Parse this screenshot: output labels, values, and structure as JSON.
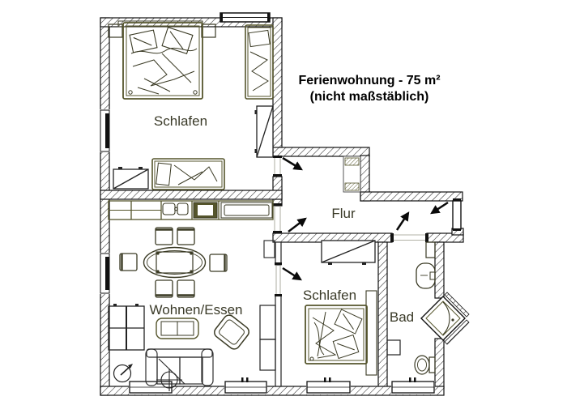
{
  "title": {
    "line1": "Ferienwohnung - 75 m²",
    "line2": "(nicht maßstäblich)"
  },
  "rooms": {
    "bedroom1": {
      "label": "Schlafen"
    },
    "bedroom2": {
      "label": "Schlafen"
    },
    "living": {
      "label": "Wohnen/Essen"
    },
    "hallway": {
      "label": "Flur"
    },
    "bath": {
      "label": "Bad"
    }
  },
  "colors": {
    "background": "#ffffff",
    "walls": "#1a1a1a",
    "furniture_olive": "#55552c",
    "furniture_dark": "#3a3a24",
    "labels": "#3a3a28",
    "title_text": "#000000",
    "arrows": "#0a0a0a"
  }
}
